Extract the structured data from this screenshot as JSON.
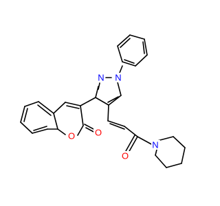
{
  "structure": {
    "atoms": [
      {
        "id": "pyrazole_N1",
        "label": "N",
        "color": "#0000ff"
      },
      {
        "id": "pyrazole_N2",
        "label": "N",
        "color": "#0000ff"
      },
      {
        "id": "coumarin_O_ring",
        "label": "O",
        "color": "#ff0000"
      },
      {
        "id": "coumarin_O_carbonyl",
        "label": "O",
        "color": "#ff0000"
      },
      {
        "id": "amide_O",
        "label": "O",
        "color": "#ff0000"
      },
      {
        "id": "piperidine_N",
        "label": "N",
        "color": "#0000ff"
      }
    ]
  }
}
